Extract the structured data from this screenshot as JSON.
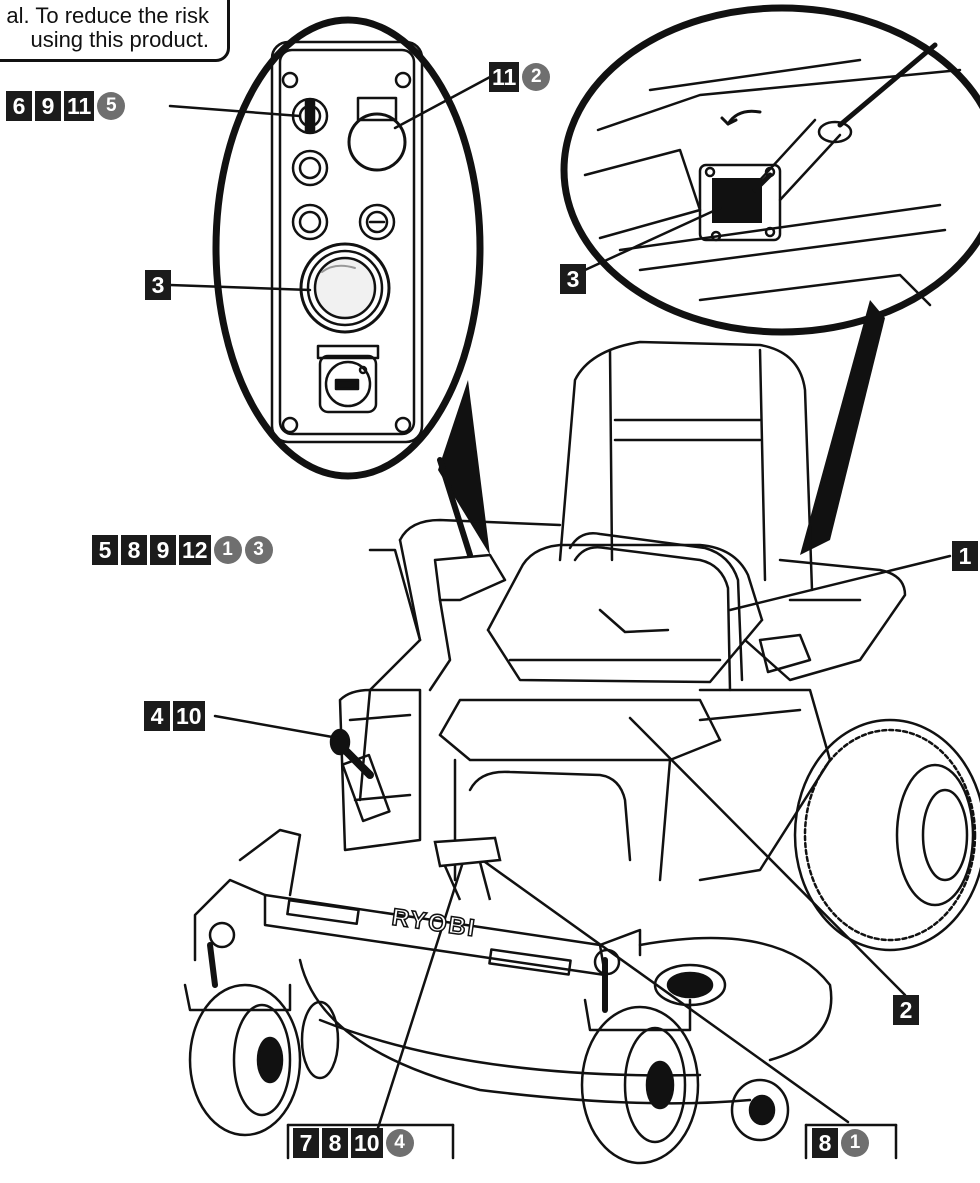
{
  "warning": {
    "line1": "al. To reduce the risk",
    "line2": "using this product."
  },
  "brand": {
    "logo_text": "RYOBI"
  },
  "callouts": {
    "c_6_9_11_5": {
      "items": [
        {
          "kind": "square",
          "text": "6"
        },
        {
          "kind": "square",
          "text": "9"
        },
        {
          "kind": "square",
          "text": "11"
        },
        {
          "kind": "circle",
          "text": "5"
        }
      ]
    },
    "c_11_2": {
      "items": [
        {
          "kind": "square",
          "text": "11"
        },
        {
          "kind": "circle",
          "text": "2"
        }
      ]
    },
    "c_3_panel": {
      "items": [
        {
          "kind": "square",
          "text": "3"
        }
      ]
    },
    "c_3_detail": {
      "items": [
        {
          "kind": "square",
          "text": "3"
        }
      ]
    },
    "c_5_8_9_12_1_3": {
      "items": [
        {
          "kind": "square",
          "text": "5"
        },
        {
          "kind": "square",
          "text": "8"
        },
        {
          "kind": "square",
          "text": "9"
        },
        {
          "kind": "square",
          "text": "12"
        },
        {
          "kind": "circle",
          "text": "1"
        },
        {
          "kind": "circle",
          "text": "3"
        }
      ]
    },
    "c_1": {
      "items": [
        {
          "kind": "square",
          "text": "1"
        }
      ]
    },
    "c_4_10": {
      "items": [
        {
          "kind": "square",
          "text": "4"
        },
        {
          "kind": "square",
          "text": "10"
        }
      ]
    },
    "c_2": {
      "items": [
        {
          "kind": "square",
          "text": "2"
        }
      ]
    },
    "c_7_8_10_4": {
      "items": [
        {
          "kind": "square",
          "text": "7"
        },
        {
          "kind": "square",
          "text": "8"
        },
        {
          "kind": "square",
          "text": "10"
        },
        {
          "kind": "circle",
          "text": "4"
        }
      ]
    },
    "c_8_1": {
      "items": [
        {
          "kind": "square",
          "text": "8"
        },
        {
          "kind": "circle",
          "text": "1"
        }
      ]
    }
  },
  "colors": {
    "ink": "#111111",
    "label_dark": "#1b1b1b",
    "label_circle": "#6f6f6f",
    "paper": "#ffffff"
  }
}
